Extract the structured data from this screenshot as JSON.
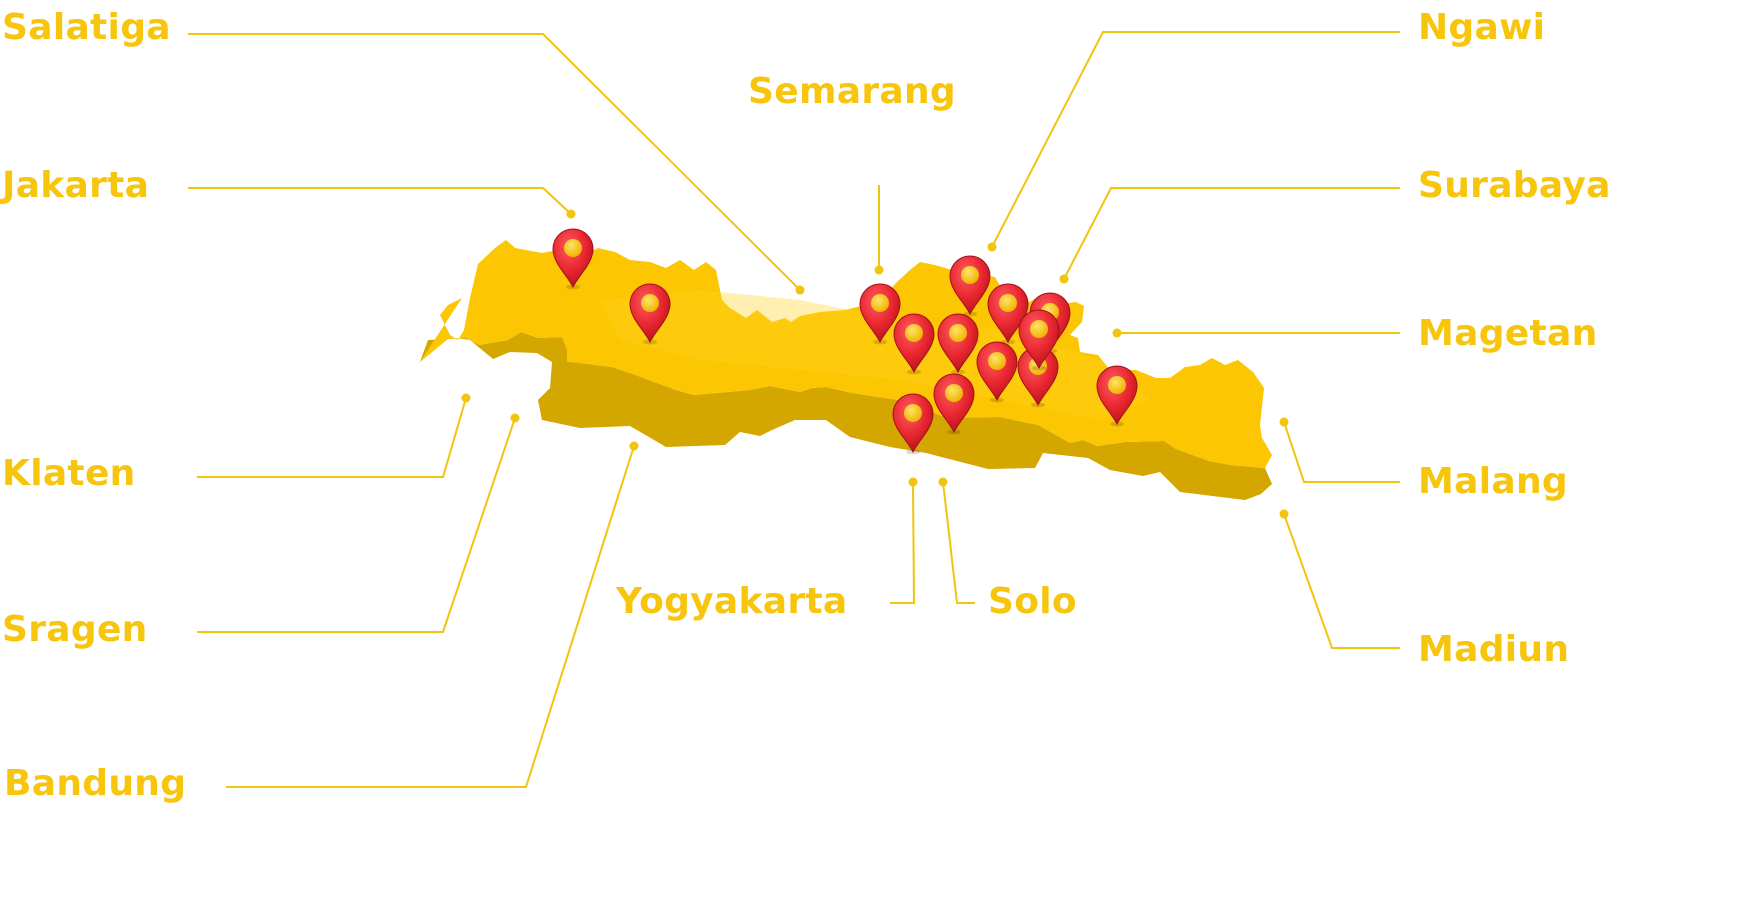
{
  "map": {
    "land_color": "#fcc603",
    "side_color": "#d4a600",
    "line_color": "#f1c40f",
    "pin_color": "#e8262f"
  },
  "cities": [
    {
      "key": "salatiga",
      "name": "Salatiga"
    },
    {
      "key": "jakarta",
      "name": "Jakarta"
    },
    {
      "key": "klaten",
      "name": "Klaten"
    },
    {
      "key": "sragen",
      "name": "Sragen"
    },
    {
      "key": "bandung",
      "name": "Bandung"
    },
    {
      "key": "semarang",
      "name": "Semarang"
    },
    {
      "key": "yogyakarta",
      "name": "Yogyakarta"
    },
    {
      "key": "solo",
      "name": "Solo"
    },
    {
      "key": "ngawi",
      "name": "Ngawi"
    },
    {
      "key": "surabaya",
      "name": "Surabaya"
    },
    {
      "key": "magetan",
      "name": "Magetan"
    },
    {
      "key": "malang",
      "name": "Malang"
    },
    {
      "key": "madiun",
      "name": "Madiun"
    }
  ],
  "markers": [
    {
      "icon": "map-pin-icon"
    },
    {
      "icon": "map-pin-icon"
    },
    {
      "icon": "map-pin-icon"
    },
    {
      "icon": "map-pin-icon"
    },
    {
      "icon": "map-pin-icon"
    },
    {
      "icon": "map-pin-icon"
    },
    {
      "icon": "map-pin-icon"
    },
    {
      "icon": "map-pin-icon"
    },
    {
      "icon": "map-pin-icon"
    },
    {
      "icon": "map-pin-icon"
    },
    {
      "icon": "map-pin-icon"
    },
    {
      "icon": "map-pin-icon"
    },
    {
      "icon": "map-pin-icon"
    },
    {
      "icon": "map-pin-icon"
    }
  ]
}
